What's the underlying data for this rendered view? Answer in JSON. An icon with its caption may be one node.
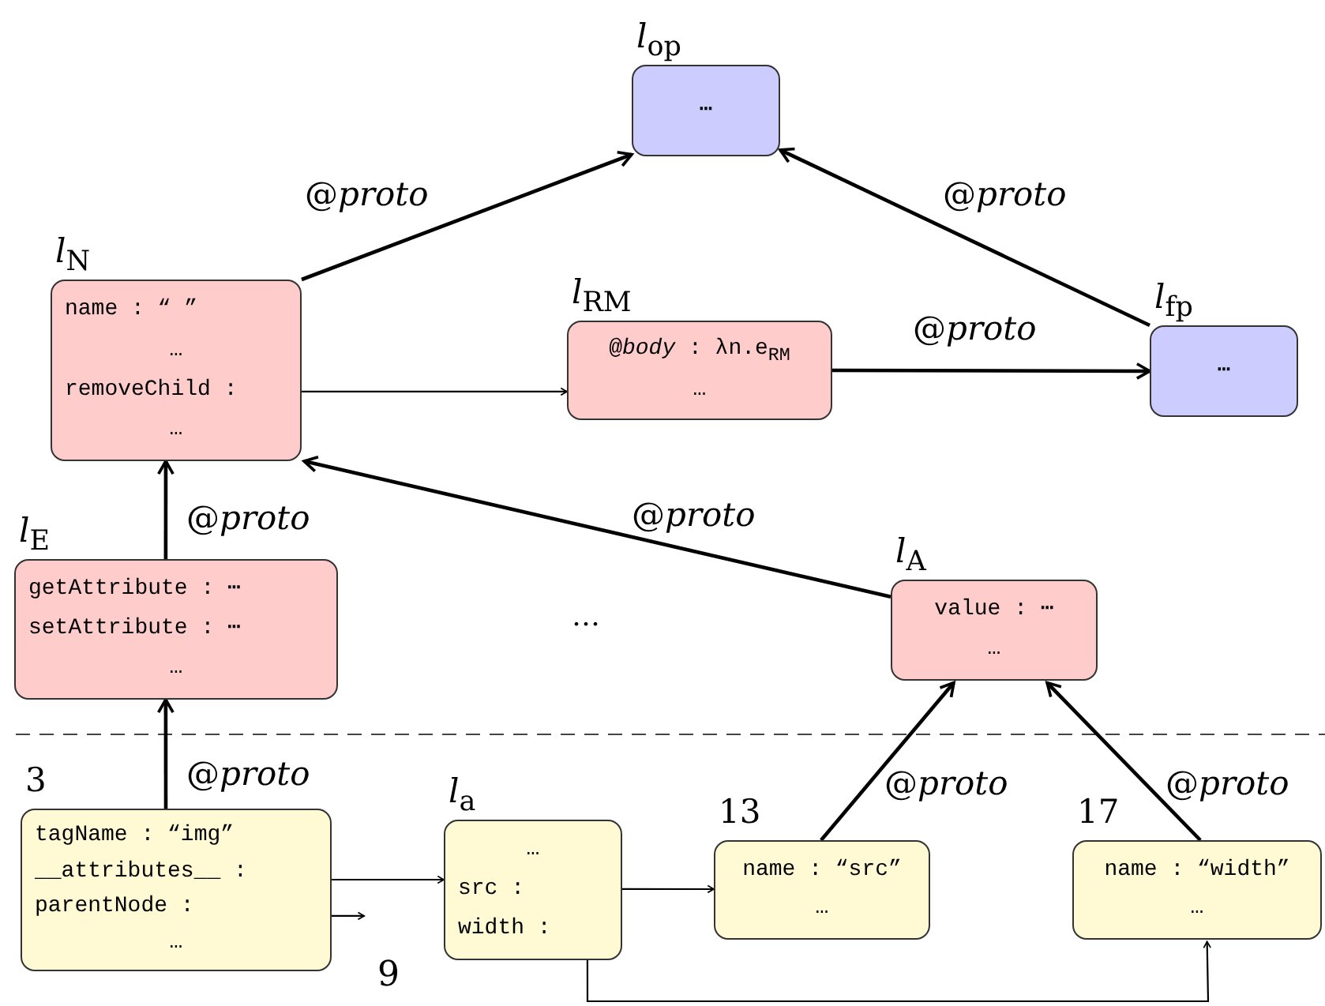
{
  "diagram": {
    "nodes": [
      {
        "text": [
          "*l*$_{op}$",
          "⋯"
        ]
      },
      {
        "text": [
          "*l*$_{N}$",
          "name : “ ”",
          "…",
          "removeChild :",
          "…"
        ]
      },
      {
        "text": [
          "*l*$_{RM}$",
          "@*body* : λn.e$_{RM}$",
          "…"
        ]
      },
      {
        "text": [
          "*l*$_{fp}$",
          "⋯"
        ]
      },
      {
        "text": [
          "*l*$_{E}$",
          "getAttribute : ⋯",
          "setAttribute : ⋯",
          "…"
        ]
      },
      {
        "text": [
          "*l*$_{A}$",
          "value : ⋯",
          "…"
        ]
      },
      {
        "text": [
          "3",
          "tagName : “img”",
          "__attributes__ :",
          "parentNode :",
          "…"
        ]
      },
      {
        "text": [
          "9"
        ]
      },
      {
        "text": [
          "*l*$_{a}$",
          "…",
          "src :",
          "width :"
        ]
      },
      {
        "text": [
          "13",
          "name : “src”",
          "…"
        ]
      },
      {
        "text": [
          "17",
          "name : “width”",
          "…"
        ]
      }
    ],
    "edges": [
      {
        "from": 1,
        "to": 0,
        "arrow": "to",
        "label": "@*proto*"
      },
      {
        "from": 3,
        "to": 0,
        "arrow": "to",
        "label": "@*proto*"
      },
      {
        "from": 2,
        "to": 3,
        "arrow": "to",
        "label": "@*proto*"
      },
      {
        "from": 1,
        "to": 2,
        "arrow": "to"
      },
      {
        "from": 4,
        "to": 1,
        "arrow": "to",
        "label": "@*proto*"
      },
      {
        "from": 5,
        "to": 1,
        "arrow": "to",
        "label": "@*proto*"
      },
      {
        "from": 6,
        "to": 4,
        "arrow": "to",
        "label": "@*proto*"
      },
      {
        "from": 6,
        "to": 8,
        "arrow": "to"
      },
      {
        "from": 6,
        "to": 7,
        "arrow": "to"
      },
      {
        "from": 8,
        "to": 9,
        "arrow": "to"
      },
      {
        "from": 8,
        "to": 10,
        "arrow": "to"
      },
      {
        "from": 9,
        "to": 5,
        "arrow": "to",
        "label": "@*proto*"
      },
      {
        "from": 10,
        "to": 5,
        "arrow": "to",
        "label": "@*proto*"
      }
    ],
    "labels": [
      "…"
    ]
  }
}
